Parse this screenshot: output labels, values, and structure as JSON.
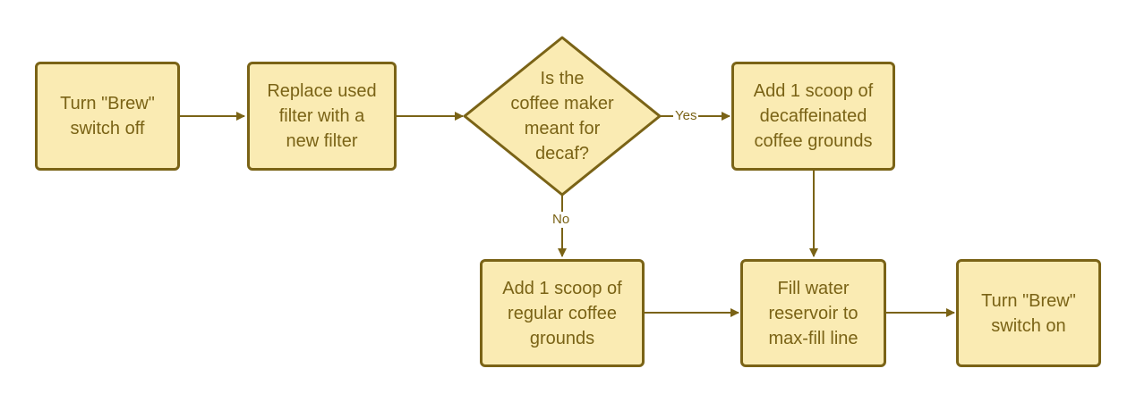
{
  "colors": {
    "fill": "#faebb3",
    "stroke": "#7a6316",
    "text": "#7a6316",
    "background": "#ffffff"
  },
  "nodes": {
    "brew_off": {
      "label": "Turn \"Brew\"\nswitch off"
    },
    "replace_filter": {
      "label": "Replace used\nfilter with a\nnew filter"
    },
    "decaf_decision": {
      "label": "Is the\ncoffee maker\nmeant for\ndecaf?"
    },
    "add_decaf": {
      "label": "Add 1 scoop of\ndecaffeinated\ncoffee grounds"
    },
    "add_regular": {
      "label": "Add 1 scoop of\nregular coffee\ngrounds"
    },
    "fill_water": {
      "label": "Fill water\nreservoir to\nmax-fill line"
    },
    "brew_on": {
      "label": "Turn \"Brew\"\nswitch on"
    }
  },
  "edge_labels": {
    "yes": "Yes",
    "no": "No"
  }
}
